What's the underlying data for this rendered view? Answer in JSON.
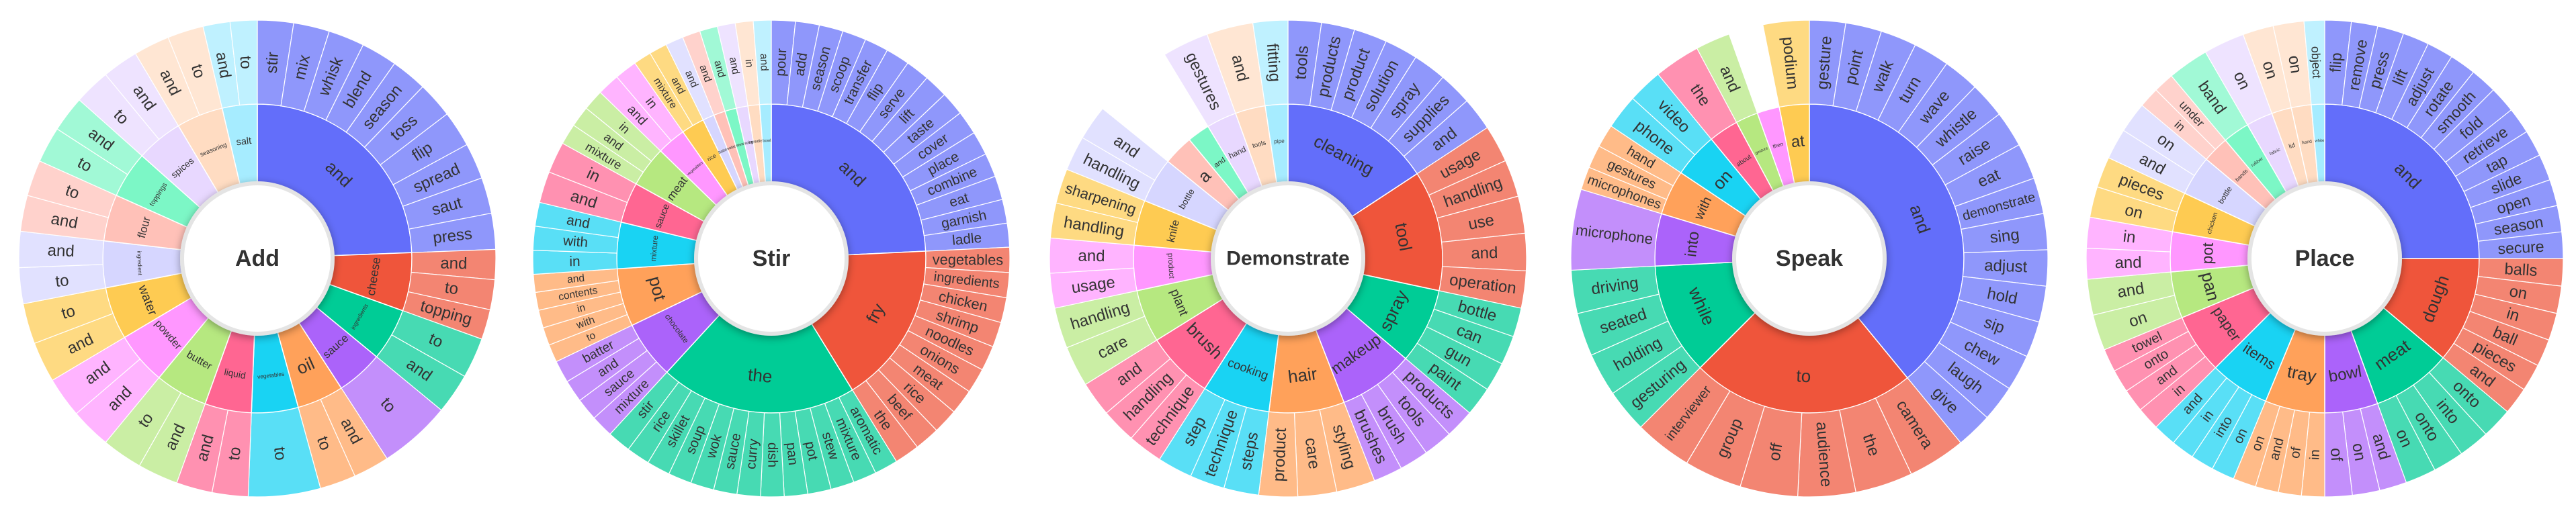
{
  "chart_data": [
    {
      "type": "sunburst",
      "root": "Add",
      "children": [
        {
          "name": "and",
          "value": 40,
          "color": "#636efa",
          "children": [
            "stir",
            "mix",
            "whisk",
            "blend",
            "season",
            "toss",
            "flip",
            "spread",
            "saut",
            "press"
          ]
        },
        {
          "name": "cheese",
          "value": 10,
          "color": "#ef553b",
          "children": [
            "and",
            "to",
            "topping"
          ]
        },
        {
          "name": "ingredients",
          "value": 9,
          "color": "#00cc96",
          "children": [
            "to",
            "and"
          ]
        },
        {
          "name": "sauce",
          "value": 8,
          "color": "#ab63fa",
          "children": [
            "to"
          ]
        },
        {
          "name": "oil",
          "value": 8,
          "color": "#ffa15a",
          "children": [
            "and",
            "to"
          ]
        },
        {
          "name": "vegetables",
          "value": 8,
          "color": "#19d3f3",
          "children": [
            "to"
          ]
        },
        {
          "name": "liquid",
          "value": 8,
          "color": "#ff6692",
          "children": [
            "to",
            "and"
          ]
        },
        {
          "name": "butter",
          "value": 9,
          "color": "#b6e880",
          "children": [
            "and",
            "to"
          ]
        },
        {
          "name": "powder",
          "value": 9,
          "color": "#ff97ff",
          "children": [
            "and",
            "and"
          ]
        },
        {
          "name": "water",
          "value": 9,
          "color": "#fecb52",
          "children": [
            "and",
            "to"
          ]
        },
        {
          "name": "ingredient",
          "value": 8,
          "color": "#d6d6ff",
          "children": [
            "to",
            "and"
          ]
        },
        {
          "name": "flour",
          "value": 8,
          "color": "#ffc1b8",
          "children": [
            "and",
            "to"
          ]
        },
        {
          "name": "toppings",
          "value": 8,
          "color": "#7cf7c6",
          "children": [
            "to",
            "and"
          ]
        },
        {
          "name": "spices",
          "value": 8,
          "color": "#e8d8ff",
          "children": [
            "to",
            "and"
          ]
        },
        {
          "name": "seasoning",
          "value": 8,
          "color": "#ffdcc2",
          "children": [
            "and",
            "to"
          ]
        },
        {
          "name": "salt",
          "value": 6,
          "color": "#a6ecff",
          "children": [
            "and",
            "to"
          ]
        }
      ]
    },
    {
      "type": "sunburst",
      "root": "Stir",
      "children": [
        {
          "name": "and",
          "value": 40,
          "color": "#636efa",
          "children": [
            "pour",
            "add",
            "season",
            "scoop",
            "transfer",
            "flip",
            "serve",
            "lift",
            "taste",
            "cover",
            "place",
            "combine",
            "eat",
            "garnish",
            "ladle"
          ]
        },
        {
          "name": "fry",
          "value": 28,
          "color": "#ef553b",
          "children": [
            "vegetables",
            "ingredients",
            "chicken",
            "shrimp",
            "noodles",
            "onions",
            "meat",
            "rice",
            "beef",
            "the"
          ]
        },
        {
          "name": "the",
          "value": 34,
          "color": "#00cc96",
          "children": [
            "aromatic",
            "mixture",
            "stew",
            "pot",
            "pan",
            "dish",
            "curry",
            "sauce",
            "wok",
            "soup",
            "skillet",
            "rice",
            "stir"
          ]
        },
        {
          "name": "chocolate",
          "value": 10,
          "color": "#ab63fa",
          "children": [
            "mixture",
            "sauce",
            "and",
            "batter"
          ]
        },
        {
          "name": "pot",
          "value": 10,
          "color": "#ffa15a",
          "children": [
            "to",
            "with",
            "in",
            "contents",
            "and"
          ]
        },
        {
          "name": "mixture",
          "value": 8,
          "color": "#19d3f3",
          "children": [
            "in",
            "with",
            "and"
          ]
        },
        {
          "name": "sauce",
          "value": 7,
          "color": "#ff6692",
          "children": [
            "and",
            "in"
          ]
        },
        {
          "name": "meat",
          "value": 7,
          "color": "#b6e880",
          "children": [
            "mixture",
            "and",
            "in"
          ]
        },
        {
          "name": "vegetables",
          "value": 5,
          "color": "#ff97ff",
          "children": [
            "and",
            "in"
          ]
        },
        {
          "name": "rice",
          "value": 4,
          "color": "#fecb52",
          "children": [
            "mixture",
            "and"
          ]
        },
        {
          "name": "batter",
          "value": 2,
          "color": "#d6d6ff",
          "children": [
            "and"
          ]
        },
        {
          "name": "salad",
          "value": 2,
          "color": "#ffc1b8",
          "children": [
            "and"
          ]
        },
        {
          "name": "stew",
          "value": 2,
          "color": "#7cf7c6",
          "children": [
            "and"
          ]
        },
        {
          "name": "soup",
          "value": 2,
          "color": "#e8d8ff",
          "children": [
            "and"
          ]
        },
        {
          "name": "ingredients",
          "value": 2,
          "color": "#ffdcc2",
          "children": [
            "in"
          ]
        },
        {
          "name": "bowl",
          "value": 2,
          "color": "#a6ecff",
          "children": [
            "and"
          ]
        }
      ]
    },
    {
      "type": "sunburst",
      "root": "Demonstrate",
      "children": [
        {
          "name": "cleaning",
          "value": 20,
          "color": "#636efa",
          "children": [
            "tools",
            "products",
            "product",
            "solution",
            "spray",
            "supplies",
            "and"
          ]
        },
        {
          "name": "tool",
          "value": 16,
          "color": "#ef553b",
          "children": [
            "usage",
            "handling",
            "use",
            "and",
            "operation"
          ]
        },
        {
          "name": "spray",
          "value": 10,
          "color": "#00cc96",
          "children": [
            "bottle",
            "can",
            "gun",
            "paint"
          ]
        },
        {
          "name": "makeup",
          "value": 10,
          "color": "#ab63fa",
          "children": [
            "products",
            "tools",
            "brush",
            "brushes"
          ]
        },
        {
          "name": "hair",
          "value": 10,
          "color": "#ffa15a",
          "children": [
            "styling",
            "care",
            "product"
          ]
        },
        {
          "name": "cooking",
          "value": 9,
          "color": "#19d3f3",
          "children": [
            "steps",
            "technique",
            "step"
          ]
        },
        {
          "name": "brush",
          "value": 9,
          "color": "#ff6692",
          "children": [
            "technique",
            "handling",
            "and"
          ]
        },
        {
          "name": "plant",
          "value": 7,
          "color": "#b6e880",
          "children": [
            "care",
            "handling"
          ]
        },
        {
          "name": "product",
          "value": 6,
          "color": "#ff97ff",
          "children": [
            "usage",
            "and"
          ]
        },
        {
          "name": "knife",
          "value": 6,
          "color": "#fecb52",
          "children": [
            "handling",
            "sharpening"
          ]
        },
        {
          "name": "bottle",
          "value": 6,
          "color": "#d6d6ff",
          "children": [
            "handling",
            "and"
          ]
        },
        {
          "name": "a",
          "value": 4,
          "color": "#ffc1b8",
          "children": []
        },
        {
          "name": "and",
          "value": 3,
          "color": "#7cf7c6",
          "children": []
        },
        {
          "name": "hand",
          "value": 4,
          "color": "#e8d8ff",
          "children": [
            "gestures"
          ]
        },
        {
          "name": "tools",
          "value": 4,
          "color": "#ffdcc2",
          "children": [
            "and"
          ]
        },
        {
          "name": "pipe",
          "value": 3,
          "color": "#a6ecff",
          "children": [
            "fitting"
          ]
        }
      ]
    },
    {
      "type": "sunburst",
      "root": "Speak",
      "children": [
        {
          "name": "and",
          "value": 50,
          "color": "#636efa",
          "children": [
            "gesture",
            "point",
            "walk",
            "turn",
            "wave",
            "whistle",
            "raise",
            "eat",
            "demonstrate",
            "sing",
            "adjust",
            "hold",
            "sip",
            "chew",
            "laugh",
            "give"
          ]
        },
        {
          "name": "to",
          "value": 30,
          "color": "#ef553b",
          "children": [
            "camera",
            "the",
            "audience",
            "off",
            "group",
            "interviewer"
          ]
        },
        {
          "name": "while",
          "value": 15,
          "color": "#00cc96",
          "children": [
            "gesturing",
            "holding",
            "seated",
            "driving"
          ]
        },
        {
          "name": "into",
          "value": 7,
          "color": "#ab63fa",
          "children": [
            "microphone"
          ]
        },
        {
          "name": "with",
          "value": 6,
          "color": "#ffa15a",
          "children": [
            "microphones",
            "gestures",
            "hand"
          ]
        },
        {
          "name": "on",
          "value": 6,
          "color": "#19d3f3",
          "children": [
            "phone",
            "video"
          ]
        },
        {
          "name": "about",
          "value": 4,
          "color": "#ff6692",
          "children": [
            "the"
          ]
        },
        {
          "name": "gesture",
          "value": 3,
          "color": "#b6e880",
          "children": [
            "and"
          ]
        },
        {
          "name": "then",
          "value": 3,
          "color": "#ff97ff",
          "children": []
        },
        {
          "name": "at",
          "value": 4,
          "color": "#fecb52",
          "children": [
            "podium"
          ]
        }
      ]
    },
    {
      "type": "sunburst",
      "root": "Place",
      "children": [
        {
          "name": "and",
          "value": 36,
          "color": "#636efa",
          "children": [
            "flip",
            "remove",
            "press",
            "lift",
            "adjust",
            "rotate",
            "smooth",
            "fold",
            "retrieve",
            "tap",
            "slide",
            "open",
            "season",
            "secure"
          ]
        },
        {
          "name": "dough",
          "value": 16,
          "color": "#ef553b",
          "children": [
            "balls",
            "on",
            "in",
            "ball",
            "pieces",
            "and"
          ]
        },
        {
          "name": "meat",
          "value": 12,
          "color": "#00cc96",
          "children": [
            "onto",
            "into",
            "onto",
            "on"
          ]
        },
        {
          "name": "bowl",
          "value": 8,
          "color": "#ab63fa",
          "children": [
            "and",
            "on",
            "of"
          ]
        },
        {
          "name": "tray",
          "value": 9,
          "color": "#ffa15a",
          "children": [
            "in",
            "of",
            "and",
            "on"
          ]
        },
        {
          "name": "items",
          "value": 9,
          "color": "#19d3f3",
          "children": [
            "on",
            "into",
            "in",
            "and"
          ]
        },
        {
          "name": "paper",
          "value": 9,
          "color": "#ff6692",
          "children": [
            "in",
            "and",
            "onto",
            "towel"
          ]
        },
        {
          "name": "pan",
          "value": 7,
          "color": "#b6e880",
          "children": [
            "on",
            "and"
          ]
        },
        {
          "name": "pot",
          "value": 6,
          "color": "#ff97ff",
          "children": [
            "and",
            "in"
          ]
        },
        {
          "name": "chicken",
          "value": 6,
          "color": "#fecb52",
          "children": [
            "on",
            "pieces"
          ]
        },
        {
          "name": "bottle",
          "value": 6,
          "color": "#d6d6ff",
          "children": [
            "and",
            "on"
          ]
        },
        {
          "name": "bands",
          "value": 4,
          "color": "#ffc1b8",
          "children": [
            "in",
            "under"
          ]
        },
        {
          "name": "rubber",
          "value": 4,
          "color": "#7cf7c6",
          "children": [
            "band"
          ]
        },
        {
          "name": "fabric",
          "value": 4,
          "color": "#e8d8ff",
          "children": [
            "on"
          ]
        },
        {
          "name": "lid",
          "value": 3,
          "color": "#ffdcc2",
          "children": [
            "on"
          ]
        },
        {
          "name": "hand",
          "value": 3,
          "color": "#ffdcc2",
          "children": [
            "on"
          ]
        },
        {
          "name": "white",
          "value": 2,
          "color": "#a6ecff",
          "children": [
            "object"
          ]
        }
      ]
    }
  ]
}
